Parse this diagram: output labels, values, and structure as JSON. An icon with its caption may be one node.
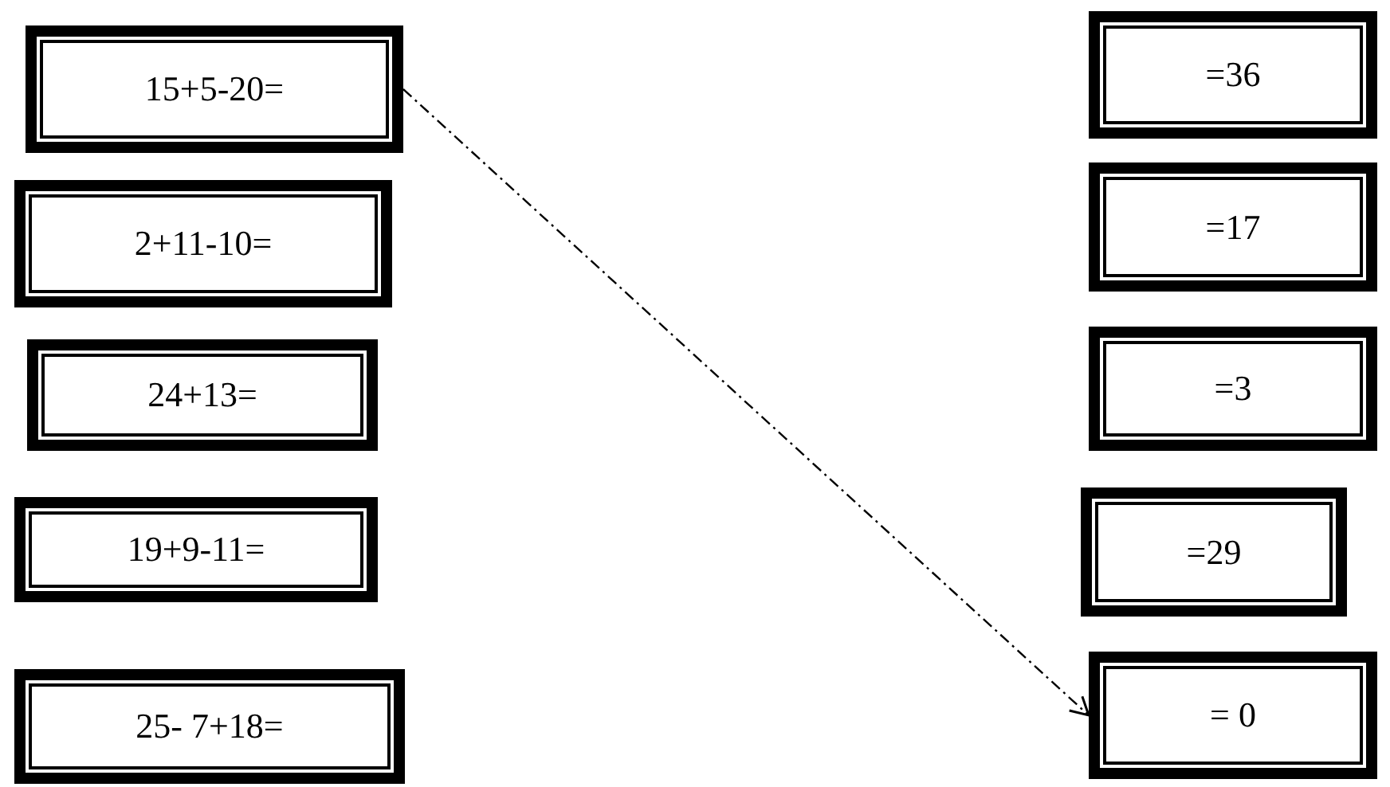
{
  "diagram": {
    "nodes": [
      {
        "text": [
          "15+5-20="
        ]
      },
      {
        "text": [
          "2+11-10="
        ]
      },
      {
        "text": [
          "24+13="
        ]
      },
      {
        "text": [
          "19+9-11="
        ]
      },
      {
        "text": [
          "25- 7+18="
        ]
      },
      {
        "text": [
          "=36"
        ]
      },
      {
        "text": [
          "=17"
        ]
      },
      {
        "text": [
          "=3"
        ]
      },
      {
        "text": [
          "=29"
        ]
      },
      {
        "text": [
          "= 0"
        ]
      }
    ],
    "edges": [
      {
        "from": 0,
        "to": 9,
        "arrow": "to",
        "style": "dashed"
      }
    ]
  }
}
